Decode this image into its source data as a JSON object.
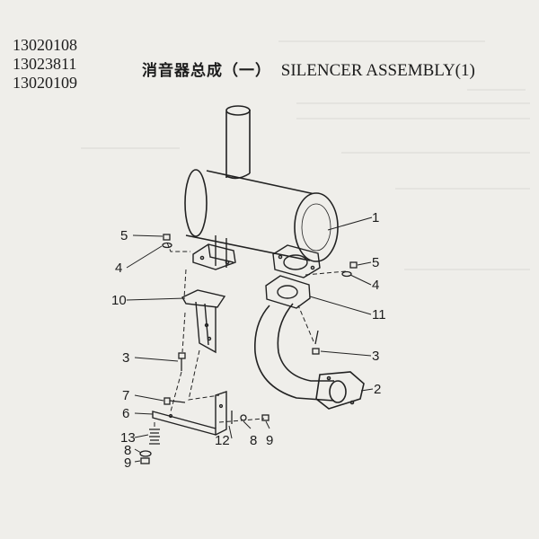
{
  "header": {
    "part_numbers": [
      "13020108",
      "13023811",
      "13020109"
    ],
    "title_cn": "消音器总成（一）",
    "title_en": "SILENCER ASSEMBLY(1)"
  },
  "callouts": [
    {
      "id": "c1",
      "label": "1"
    },
    {
      "id": "c5a",
      "label": "5"
    },
    {
      "id": "c4a",
      "label": "4"
    },
    {
      "id": "c5b",
      "label": "5"
    },
    {
      "id": "c4b",
      "label": "4"
    },
    {
      "id": "c10",
      "label": "10"
    },
    {
      "id": "c11",
      "label": "11"
    },
    {
      "id": "c3a",
      "label": "3"
    },
    {
      "id": "c3b",
      "label": "3"
    },
    {
      "id": "c2",
      "label": "2"
    },
    {
      "id": "c7",
      "label": "7"
    },
    {
      "id": "c6",
      "label": "6"
    },
    {
      "id": "c13",
      "label": "13"
    },
    {
      "id": "c8a",
      "label": "8"
    },
    {
      "id": "c9a",
      "label": "9"
    },
    {
      "id": "c12",
      "label": "12"
    },
    {
      "id": "c8b",
      "label": "8"
    },
    {
      "id": "c9b",
      "label": "9"
    }
  ]
}
